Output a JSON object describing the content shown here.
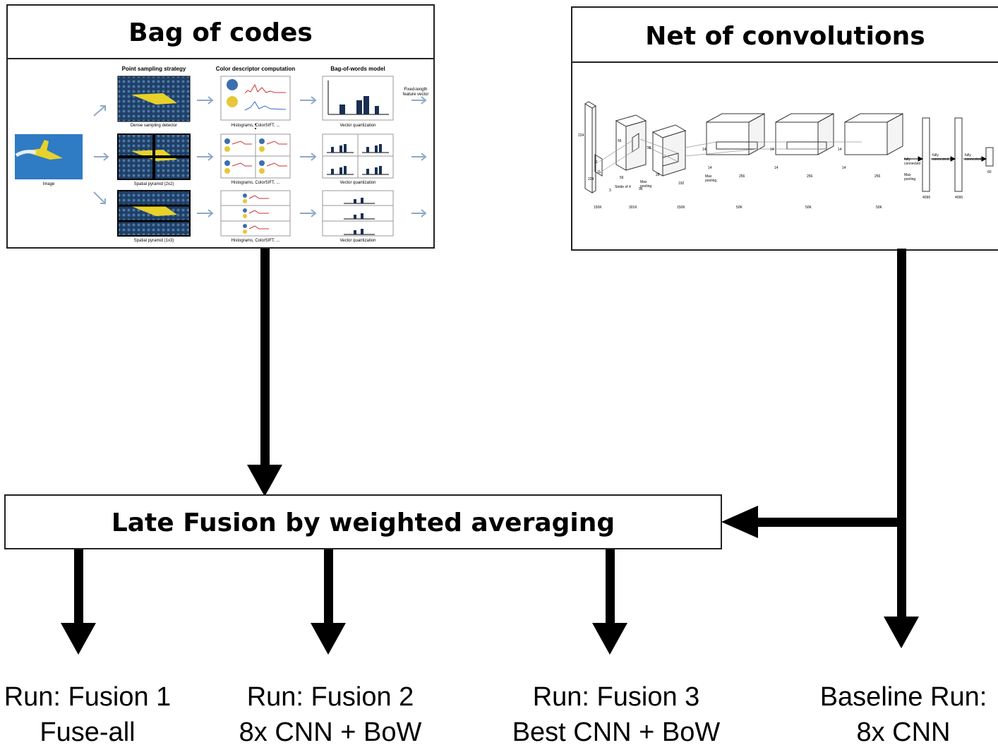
{
  "bag": {
    "title": "Bag of codes",
    "col1": "Point sampling strategy",
    "col2": "Color descriptor computation",
    "col3": "Bag-of-words model",
    "image_label": "Image",
    "dense": "Dense sampling detector",
    "pyr22": "Spatial pyramid (2x2)",
    "pyr13": "Spatial pyramid (1x3)",
    "hist": "Histograms, ColorSIFT, ...",
    "vq": "Vector quantization",
    "fixed1": "Fixed-length",
    "fixed2": "feature vector"
  },
  "net": {
    "title": "Net of convolutions",
    "labels": {
      "d224a": "224",
      "d224b": "224",
      "d3": "3",
      "d11a": "11",
      "d11b": "11",
      "d56a": "56",
      "d56b": "56",
      "stride": "Stride of 4",
      "d96": "96",
      "d28a": "28",
      "d28b": "28",
      "maxpool1": "Max",
      "maxpool1b": "pooling",
      "d192": "192",
      "d14a": "14",
      "d14b": "14",
      "maxpool2": "Max",
      "maxpool2b": "pooling",
      "d256a": "256",
      "d14c": "14",
      "d14d": "14",
      "d256b": "256",
      "d14e": "14",
      "d14f": "14",
      "d256c": "256",
      "fc1": "fully",
      "fc1b": "connected",
      "maxpool3": "Max",
      "maxpool3b": "pooling",
      "fc2": "fully",
      "fc2b": "connected",
      "fc3": "fully",
      "fc3b": "connected",
      "d4096a": "4096",
      "d4096b": "4096",
      "d60": "60",
      "s150a": "150K",
      "s301": "301K",
      "s150b": "150K",
      "s50a": "50K",
      "s50b": "50K",
      "s50c": "50K"
    }
  },
  "fusion": {
    "title": "Late Fusion by weighted averaging"
  },
  "runs": [
    {
      "line1": "Run: Fusion 1",
      "line2": "Fuse-all"
    },
    {
      "line1": "Run: Fusion 2",
      "line2": "8x CNN + BoW"
    },
    {
      "line1": "Run: Fusion 3",
      "line2": "Best CNN + BoW"
    },
    {
      "line1": "Baseline Run:",
      "line2": "8x CNN"
    }
  ]
}
